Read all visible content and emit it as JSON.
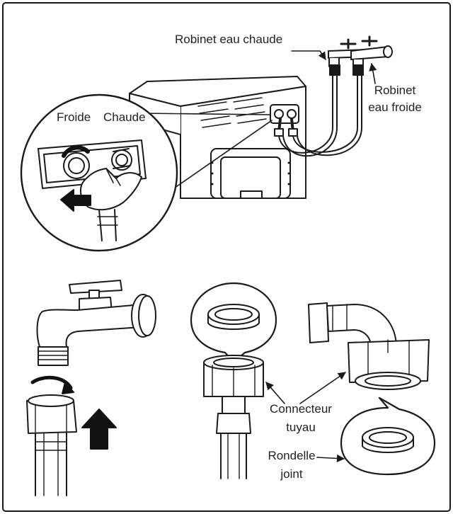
{
  "labels": {
    "hot_tap": "Robinet eau chaude",
    "cold_tap_line1": "Robinet",
    "cold_tap_line2": "eau froide",
    "cold": "Froide",
    "hot": "Chaude",
    "connector_line1": "Connecteur",
    "connector_line2": "tuyau",
    "washer_line1": "Rondelle",
    "washer_line2": "joint"
  },
  "colors": {
    "stroke": "#1a1a1a",
    "fill": "#ffffff",
    "shade": "#bdbdbd",
    "dark": "#111111"
  }
}
